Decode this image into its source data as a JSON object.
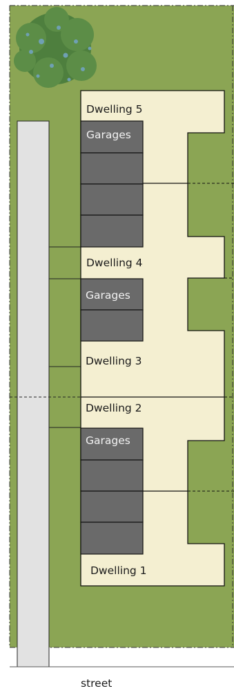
{
  "labels": {
    "dwelling_5": "Dwelling 5",
    "dwelling_4": "Dwelling 4",
    "dwelling_3": "Dwelling 3",
    "dwelling_2": "Dwelling 2",
    "dwelling_1": "Dwelling 1",
    "garages_top": "Garages",
    "garages_mid": "Garages",
    "garages_bottom": "Garages",
    "street": "street"
  },
  "colors": {
    "lawn": "#8ba554",
    "driveway": "#e2e2e2",
    "dwelling": "#f4efd1",
    "garage": "#6a6a6a",
    "tree": "#4e7f3e",
    "outline": "#111111"
  },
  "icons": {
    "tree": "tree-icon"
  }
}
